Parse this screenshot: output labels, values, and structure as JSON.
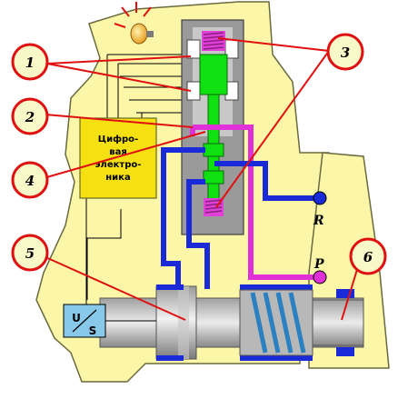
{
  "callouts": {
    "c1": "1",
    "c2": "2",
    "c3": "3",
    "c4": "4",
    "c5": "5",
    "c6": "6"
  },
  "ports": {
    "return": "R",
    "pressure": "P"
  },
  "electronics_box": {
    "line1": "Цифро-",
    "line2": "вая",
    "line3": "электро-",
    "line4": "ника"
  },
  "sensor": {
    "top": "U",
    "bottom": "S"
  },
  "colors": {
    "housing": "#fbf6a8",
    "electronics_box": "#f5e011",
    "hydraulic_line_blue": "#1a2ad8",
    "hydraulic_line_magenta": "#e030d8",
    "solenoid_green": "#10e010",
    "callout_red": "#e01010",
    "callout_fill": "#f8f8c8",
    "sensor_box": "#88c8e8"
  }
}
